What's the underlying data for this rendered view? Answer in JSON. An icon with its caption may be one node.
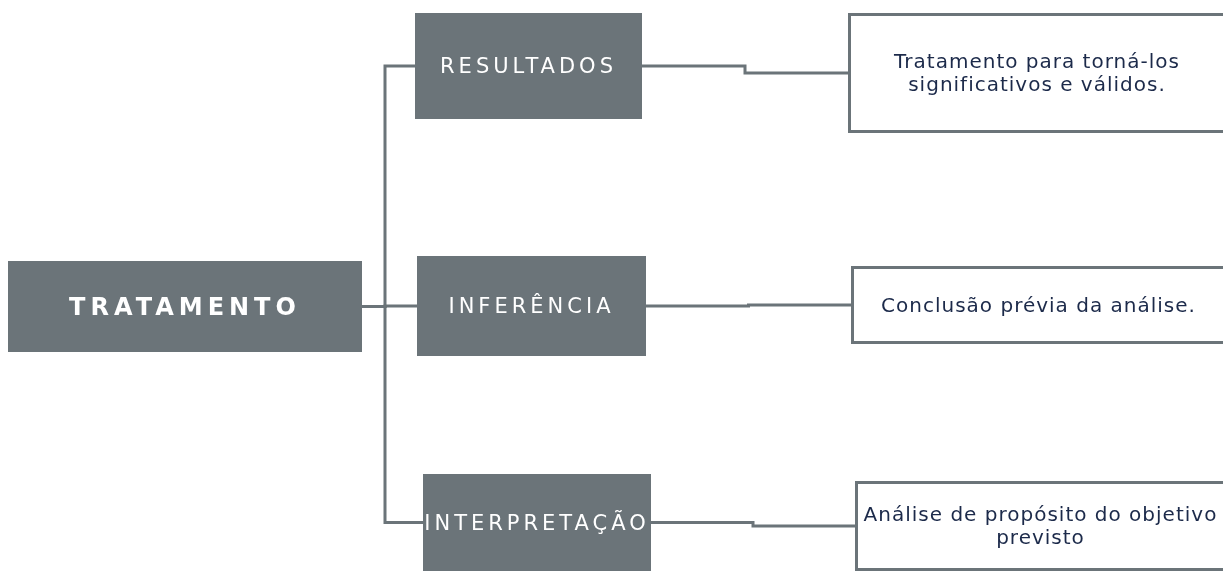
{
  "diagram": {
    "nodes": [
      {
        "text": [
          "TRATAMENTO"
        ]
      },
      {
        "text": [
          "RESULTADOS"
        ]
      },
      {
        "text": [
          "INFERÊNCIA"
        ]
      },
      {
        "text": [
          "INTERPRETAÇÃO"
        ]
      },
      {
        "text": [
          "Tratamento para torná-los significativos e válidos."
        ]
      },
      {
        "text": [
          "Conclusão prévia da análise."
        ]
      },
      {
        "text": [
          "Análise de propósito do objetivo previsto"
        ]
      }
    ],
    "edges": [
      {
        "from": 0,
        "to": 1,
        "arrow": "none"
      },
      {
        "from": 0,
        "to": 2,
        "arrow": "none"
      },
      {
        "from": 0,
        "to": 3,
        "arrow": "none"
      },
      {
        "from": 1,
        "to": 4,
        "arrow": "none"
      },
      {
        "from": 2,
        "to": 5,
        "arrow": "none"
      },
      {
        "from": 3,
        "to": 6,
        "arrow": "none"
      }
    ]
  }
}
